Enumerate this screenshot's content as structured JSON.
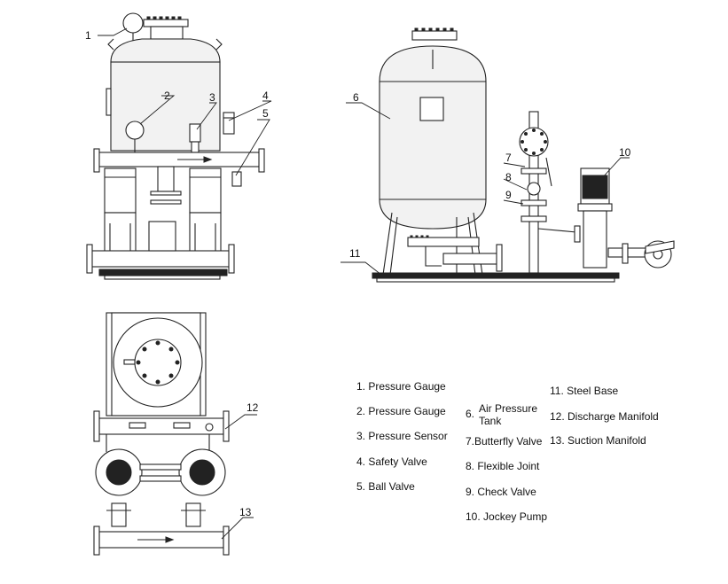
{
  "legend": {
    "item1": "1. Pressure Gauge",
    "item2": "2. Pressure Gauge",
    "item3": "3. Pressure Sensor",
    "item4": "4. Safety Valve",
    "item5": "5. Ball Valve",
    "item6_num": "6.",
    "item6_line1": "Air Pressure",
    "item6_line2": "Tank",
    "item7": "7.Butterfly Valve",
    "item8": "8. Flexible Joint",
    "item9": "9. Check Valve",
    "item10": "10. Jockey Pump",
    "item11": "11. Steel Base",
    "item12": "12. Discharge Manifold",
    "item13": "13. Suction Manifold"
  },
  "callouts": [
    "1",
    "2",
    "3",
    "4",
    "5",
    "6",
    "7",
    "8",
    "9",
    "10",
    "11",
    "12",
    "13"
  ]
}
